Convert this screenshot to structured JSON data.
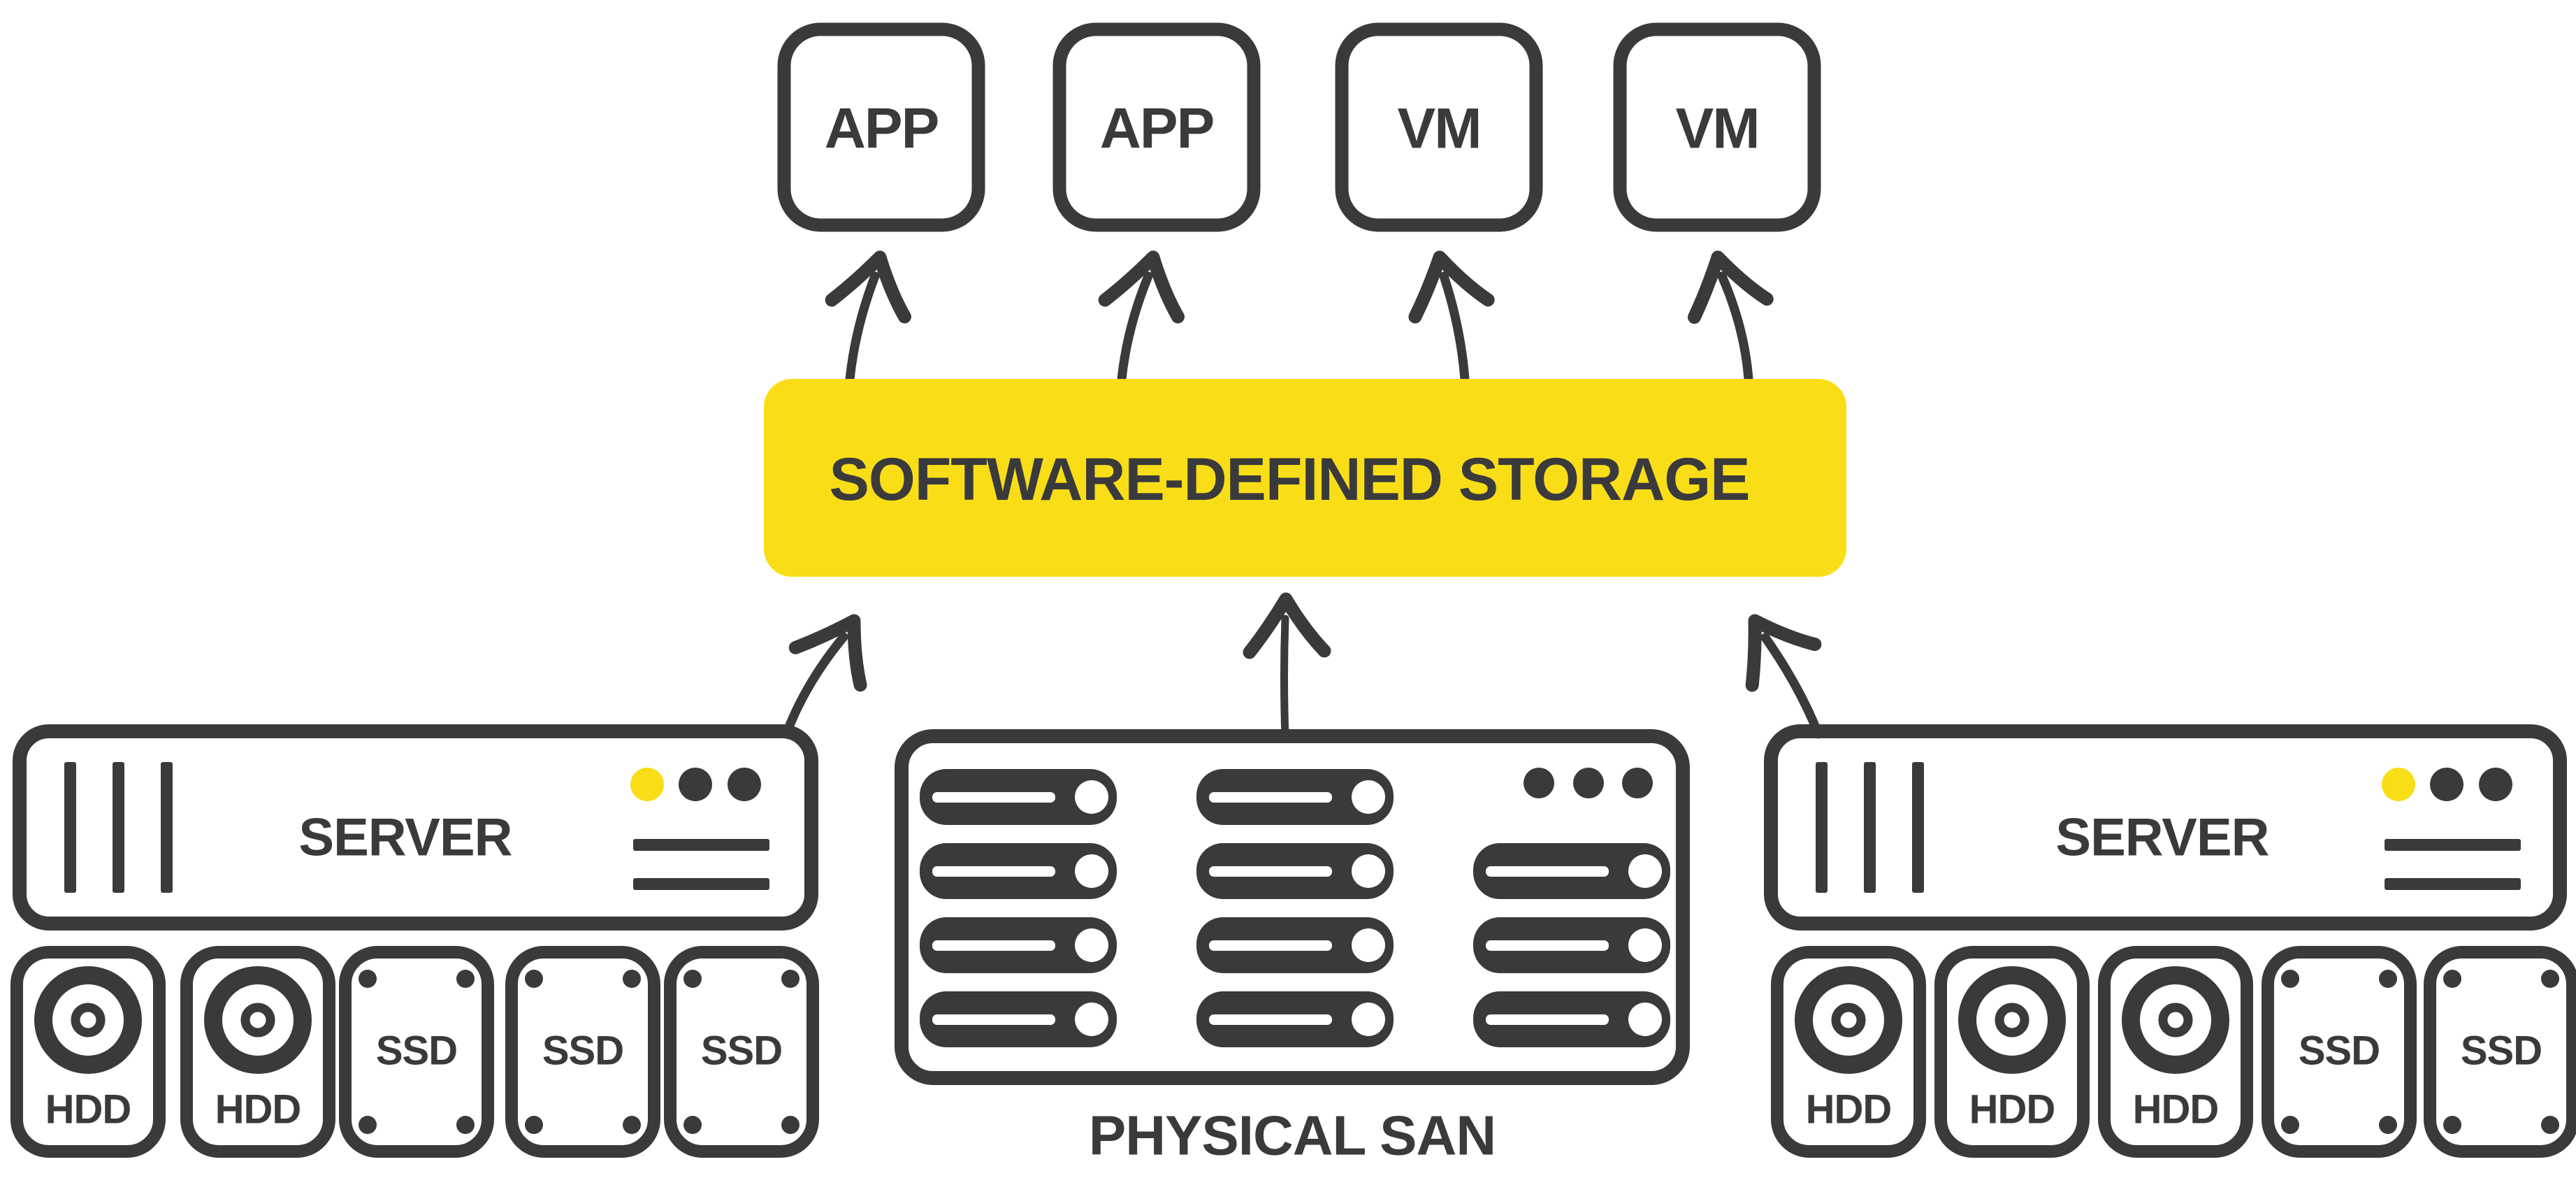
{
  "colors": {
    "ink": "#3A3A3C",
    "yellow": "#F9DE17",
    "background": "#FFFFFF"
  },
  "top_boxes": [
    {
      "label": "APP"
    },
    {
      "label": "APP"
    },
    {
      "label": "VM"
    },
    {
      "label": "VM"
    }
  ],
  "sds": {
    "label": "SOFTWARE-DEFINED STORAGE"
  },
  "servers": {
    "left": {
      "label": "SERVER",
      "status_leds": [
        "#F9DE17",
        "#3A3A3C",
        "#3A3A3C"
      ]
    },
    "right": {
      "label": "SERVER",
      "status_leds": [
        "#F9DE17",
        "#3A3A3C",
        "#3A3A3C"
      ]
    }
  },
  "drives": {
    "left": [
      {
        "type": "HDD",
        "label": "HDD"
      },
      {
        "type": "HDD",
        "label": "HDD"
      },
      {
        "type": "SSD",
        "label": "SSD"
      },
      {
        "type": "SSD",
        "label": "SSD"
      },
      {
        "type": "SSD",
        "label": "SSD"
      }
    ],
    "right": [
      {
        "type": "HDD",
        "label": "HDD"
      },
      {
        "type": "HDD",
        "label": "HDD"
      },
      {
        "type": "HDD",
        "label": "HDD"
      },
      {
        "type": "SSD",
        "label": "SSD"
      },
      {
        "type": "SSD",
        "label": "SSD"
      }
    ]
  },
  "san": {
    "label": "PHYSICAL SAN",
    "visible_drive_modules": 11,
    "ellipsis_dots": 3
  }
}
